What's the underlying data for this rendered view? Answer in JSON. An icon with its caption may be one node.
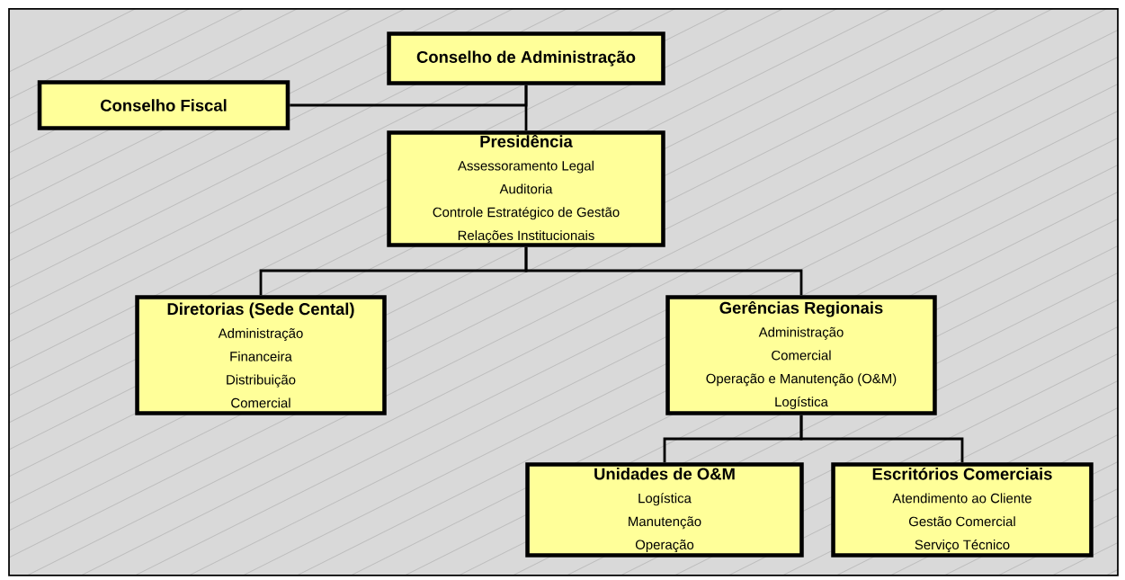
{
  "diagram": {
    "nodes": [
      {
        "text": [
          "Conselho de Administração"
        ]
      },
      {
        "text": [
          "Conselho Fiscal"
        ]
      },
      {
        "text": [
          "Presidência",
          "Assessoramento Legal",
          "Auditoria",
          "Controle Estratégico de Gestão",
          "Relações Institucionais"
        ]
      },
      {
        "text": [
          "Diretorias (Sede Cental)",
          "Administração",
          "Financeira",
          "Distribuição",
          "Comercial"
        ]
      },
      {
        "text": [
          "Gerências Regionais",
          "Administração",
          "Comercial",
          "Operação e Manutenção (O&M)",
          "Logística"
        ]
      },
      {
        "text": [
          "Unidades de O&M",
          "Logística",
          "Manutenção",
          "Operação"
        ]
      },
      {
        "text": [
          "Escritórios Comerciais",
          "Atendimento ao Cliente",
          "Gestão Comercial",
          "Serviço Técnico"
        ]
      }
    ],
    "edges": [
      {
        "from": 0,
        "to": 2,
        "arrow": "none"
      },
      {
        "from": 0,
        "to": 1,
        "arrow": "none"
      },
      {
        "from": 2,
        "to": 3,
        "arrow": "none"
      },
      {
        "from": 2,
        "to": 4,
        "arrow": "none"
      },
      {
        "from": 4,
        "to": 5,
        "arrow": "none"
      },
      {
        "from": 4,
        "to": 6,
        "arrow": "none"
      }
    ]
  }
}
